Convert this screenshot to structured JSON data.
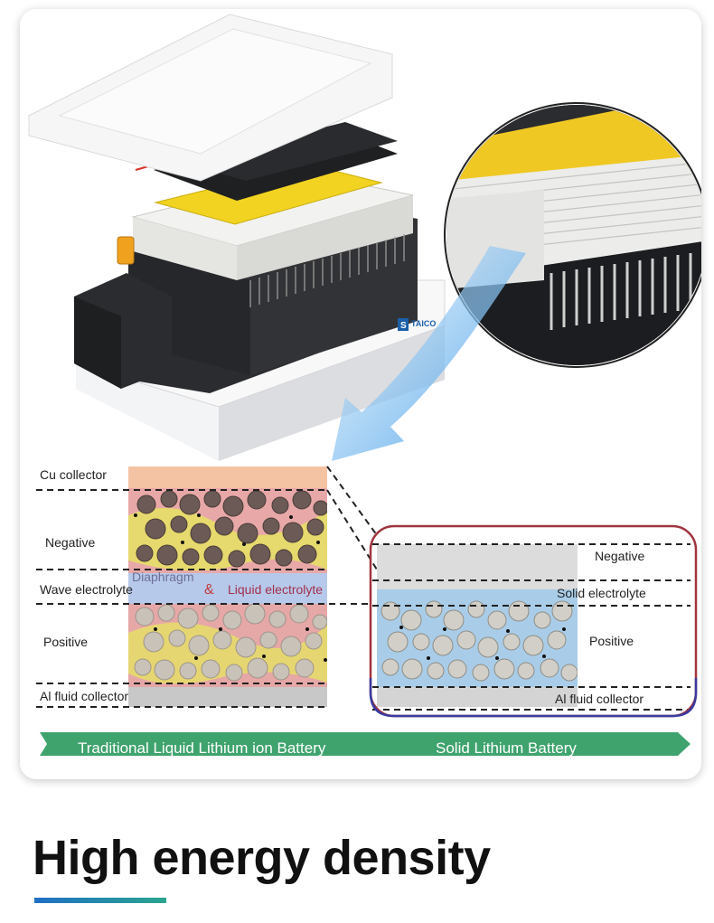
{
  "traditional": {
    "labels": {
      "cu_collector": "Cu collector",
      "negative": "Negative",
      "wave_electrolyte": "Wave electrolyte",
      "diaphragm": "Diaphragm",
      "ampersand": "&",
      "liquid_electrolyte": "Liquid electrolyte",
      "positive": "Positive",
      "al_collector": "Al fluid collector"
    },
    "banner": "Traditional Liquid Lithium ion Battery"
  },
  "solid": {
    "labels": {
      "negative": "Negative",
      "solid_electrolyte": "Solid electrolyte",
      "positive": "Positive",
      "al_collector": "Al fluid collector"
    },
    "banner": "Solid Lithium Battery"
  },
  "logo": {
    "text": "TAICO"
  },
  "headline": "High energy density",
  "colors": {
    "banner_green": "#3fa36e",
    "cu_layer": "#f4c3a3",
    "electrolyte_blue": "#a9cde8",
    "negative_grey": "#dcdcdc",
    "frame_red": "#a0343e",
    "frame_blue": "#3a3aa0",
    "yellow_film": "#f2d321",
    "headline_gradient_start": "#1f6fc6",
    "headline_gradient_end": "#2aa58e"
  }
}
